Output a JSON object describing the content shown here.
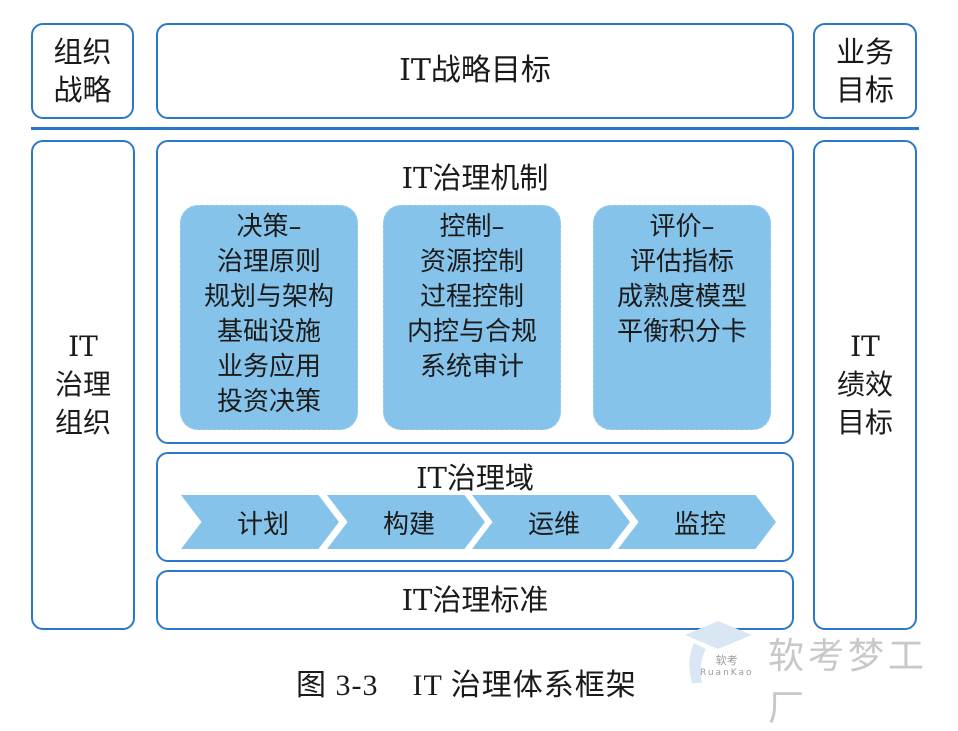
{
  "top_row": {
    "left": "组织\n战略",
    "center": "IT战略目标",
    "right": "业务\n目标"
  },
  "side": {
    "left": "IT\n治理\n组织",
    "right": "IT\n绩效\n目标"
  },
  "mechanism": {
    "title": "IT治理机制",
    "panels": [
      {
        "lines": [
          "决策–",
          "治理原则",
          "规划与架构",
          "基础设施",
          "业务应用",
          "投资决策"
        ]
      },
      {
        "lines": [
          "控制–",
          "资源控制",
          "过程控制",
          "内控与合规",
          "系统审计"
        ]
      },
      {
        "lines": [
          "评价–",
          "评估指标",
          "成熟度模型",
          "平衡积分卡"
        ]
      }
    ]
  },
  "domain": {
    "title": "IT治理域",
    "steps": [
      "计划",
      "构建",
      "运维",
      "监控"
    ]
  },
  "standard": {
    "title": "IT治理标准"
  },
  "caption": "图 3-3    IT 治理体系框架",
  "watermark": {
    "text": "软考梦工厂",
    "logo_text": "软考",
    "logo_sub": "RuanKao"
  },
  "colors": {
    "border": "#2a79c9",
    "panel_fill": "#86c3ea"
  }
}
